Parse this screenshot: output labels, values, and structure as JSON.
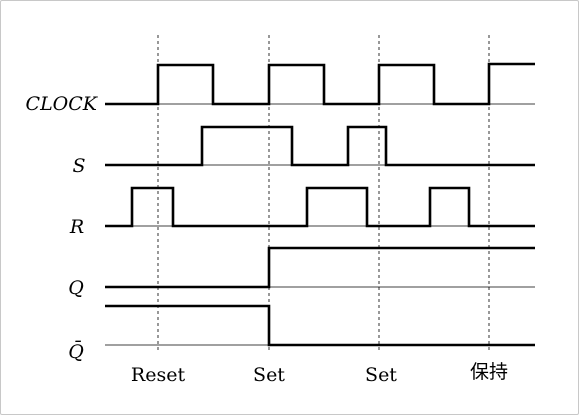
{
  "diagram": {
    "signals": [
      {
        "id": "clock",
        "label": "CLOCK"
      },
      {
        "id": "s",
        "label": "S"
      },
      {
        "id": "r",
        "label": "R"
      },
      {
        "id": "q",
        "label": "Q"
      },
      {
        "id": "qbar",
        "label": "Q̄"
      }
    ],
    "phases": [
      {
        "label": "Reset"
      },
      {
        "label": "Set"
      },
      {
        "label": "Set"
      },
      {
        "label": "保持"
      }
    ]
  }
}
